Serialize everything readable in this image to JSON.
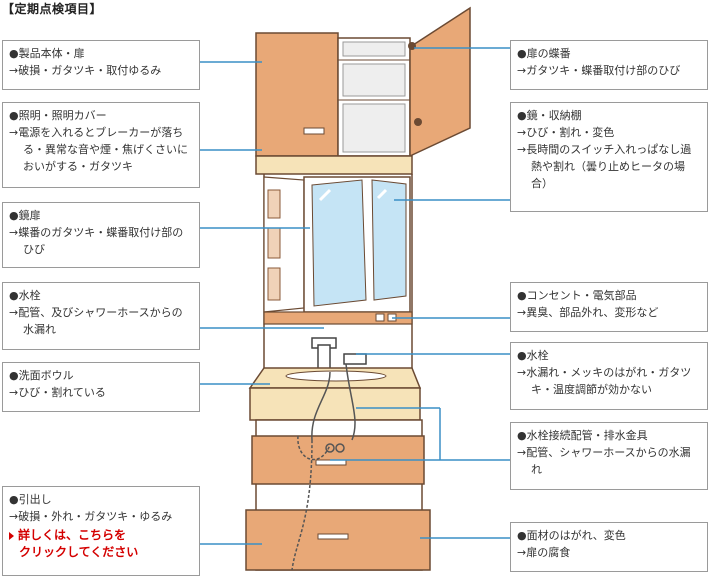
{
  "title": "【定期点検項目】",
  "left_boxes": [
    {
      "head": "●製品本体・扉",
      "lines": [
        "→破損・ガタツキ・取付ゆるみ"
      ]
    },
    {
      "head": "●照明・照明カバー",
      "lines": [
        "→電源を入れるとブレーカーが落ちる・異常な音や煙・焦げくさいにおいがする・ガタツキ"
      ]
    },
    {
      "head": "●鏡扉",
      "lines": [
        "→蝶番のガタツキ・蝶番取付け部のひび"
      ]
    },
    {
      "head": "●水栓",
      "lines": [
        "→配管、及びシャワーホースからの水漏れ"
      ]
    },
    {
      "head": "●洗面ボウル",
      "lines": [
        "→ひび・割れている"
      ]
    },
    {
      "head": "●引出し",
      "lines": [
        "→破損・外れ・ガタツキ・ゆるみ"
      ],
      "link": [
        "詳しくは、こちらを",
        "クリックしてください"
      ]
    }
  ],
  "right_boxes": [
    {
      "head": "●扉の蝶番",
      "lines": [
        "→ガタツキ・蝶番取付け部のひび"
      ]
    },
    {
      "head": "●鏡・収納棚",
      "lines": [
        "→ひび・割れ・変色",
        "→長時間のスイッチ入れっぱなし過熱や割れ（曇り止めヒータの場合）"
      ]
    },
    {
      "head": "●コンセント・電気部品",
      "lines": [
        "→異臭、部品外れ、変形など"
      ]
    },
    {
      "head": "●水栓",
      "lines": [
        "→水漏れ・メッキのはがれ・ガタツキ・温度調節が効かない"
      ]
    },
    {
      "head": "●水栓接続配管・排水金具",
      "lines": [
        "→配管、シャワーホースからの水漏れ"
      ]
    },
    {
      "head": "●面材のはがれ、変色",
      "lines": [
        "→扉の腐食"
      ]
    }
  ],
  "colors": {
    "wood": "#e8a877",
    "wood_dark": "#8a5a38",
    "light": "#f6e3b8",
    "mirror": "#c5e4f5",
    "leader": "#3a8fc6",
    "link": "#d40000"
  }
}
